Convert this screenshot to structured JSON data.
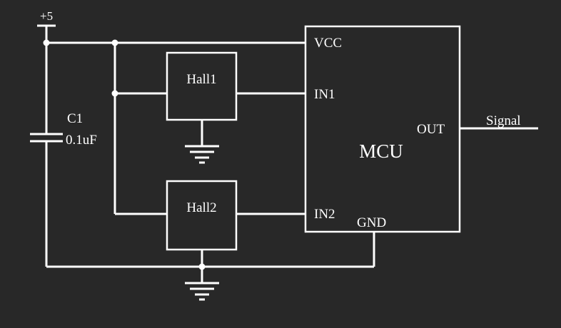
{
  "power": {
    "label": "+5"
  },
  "capacitor": {
    "ref": "C1",
    "value": "0.1uF"
  },
  "sensors": [
    {
      "label": "Hall1"
    },
    {
      "label": "Hall2"
    }
  ],
  "mcu": {
    "label": "MCU",
    "pins": {
      "vcc": "VCC",
      "in1": "IN1",
      "in2": "IN2",
      "gnd": "GND",
      "out": "OUT"
    }
  },
  "output": {
    "label": "Signal"
  },
  "colors": {
    "background": "#282828",
    "line": "#ffffff"
  }
}
